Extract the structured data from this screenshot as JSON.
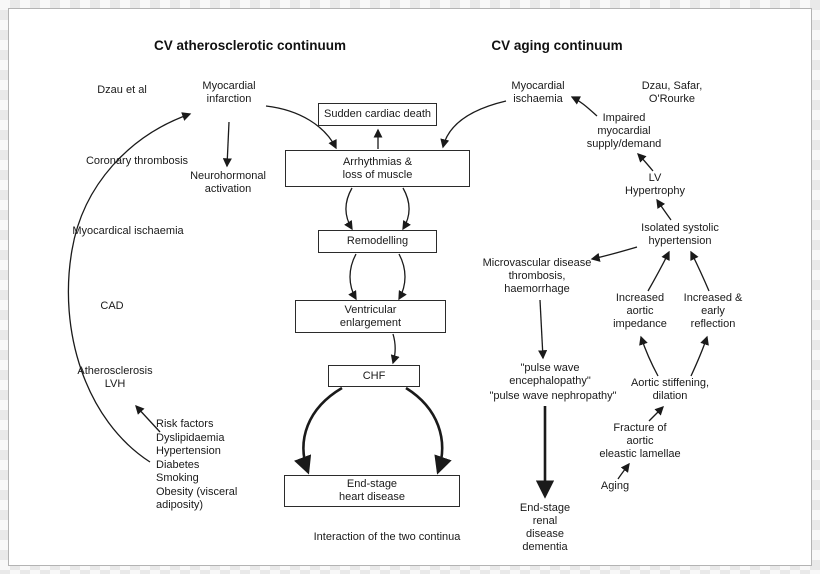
{
  "titles": {
    "left": "CV atherosclerotic continuum",
    "right": "CV aging continuum"
  },
  "caption": "Interaction of the two continua",
  "boxes": {
    "sudden_cardiac_death": "Sudden cardiac death",
    "arrhythmias": "Arrhythmias &\nloss of muscle",
    "remodelling": "Remodelling",
    "ventricular_enlargement": "Ventricular\nenlargement",
    "chf": "CHF",
    "end_stage_heart_disease": "End-stage\nheart disease"
  },
  "left_labels": {
    "dzau": "Dzau et al",
    "myocardial_infarction": "Myocardial\ninfarction",
    "coronary_thrombosis": "Coronary thrombosis",
    "neurohormonal": "Neurohormonal\nactivation",
    "myocardial_ischaemia": "Myocardical ischaemia",
    "cad": "CAD",
    "atherosclerosis": "Atherosclerosis\nLVH",
    "risk_factors": "Risk factors\nDyslipidaemia\nHypertension\nDiabetes\nSmoking\nObesity (visceral\nadiposity)"
  },
  "right_labels": {
    "myocardial_ischaemia": "Myocardial\nischaemia",
    "authors": "Dzau, Safar,\nO'Rourke",
    "impaired_supply": "Impaired\nmyocardial\nsupply/demand",
    "lv_hypertrophy": "LV\nHypertrophy",
    "isolated_systolic": "Isolated systolic\nhypertension",
    "microvascular": "Microvascular disease\nthrombosis,\nhaemorrhage",
    "increased_impedance": "Increased\naortic\nimpedance",
    "increased_reflection": "Increased &\nearly\nreflection",
    "pulse_wave_enceph": "\"pulse wave\nencephalopathy\"",
    "pulse_wave_nephro": "\"pulse wave nephropathy\"",
    "aortic_stiffening": "Aortic stiffening,\ndilation",
    "fracture": "Fracture of\naortic\neleastic lamellae",
    "aging": "Aging",
    "end_stage_renal": "End-stage\nrenal\ndisease\ndementia"
  },
  "colors": {
    "ink": "#1a1a1a",
    "panel_border": "#b3b3b3"
  }
}
